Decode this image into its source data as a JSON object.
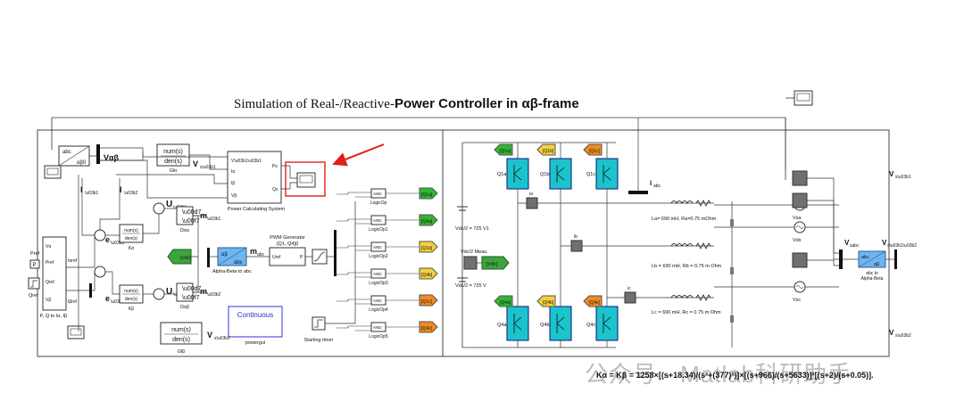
{
  "title": {
    "regular": "Simulation of Real-/Reactive-",
    "bold": "Power Controller in αβ-frame"
  },
  "colors": {
    "igbt": "#1bc4cc",
    "tag_yellow": "#f4d03f",
    "tag_green": "#32b532",
    "tag_orange": "#f08a24",
    "dark_green": "#2e8b2e",
    "callout": "#e0201c",
    "measure_gray": "#707070"
  },
  "blocks": {
    "abc_ab_top": {
      "top": "abc",
      "bottom": "αβ0"
    },
    "gfb_top": {
      "num": "num(s)",
      "den": "den(s)",
      "label": "Gfα"
    },
    "gfb_bottom": {
      "num": "num(s)",
      "den": "den(s)",
      "label": "Gfβ"
    },
    "kalpha": {
      "num": "num(s)",
      "den": "den(s)",
      "label": "Kα"
    },
    "kbeta": {
      "num": "num(s)",
      "den": "den(s)",
      "label": "Kβ"
    },
    "pq_to_iab": {
      "label": "P, Q to Iα, Iβ",
      "ports": [
        "Vα",
        "Iαref",
        "Pref",
        "Qref",
        "Iβref",
        "Vβ"
      ]
    },
    "pref_label": "Pref",
    "qref_label": "Qref",
    "p_const": "P",
    "pcs": {
      "label": "Power Calculating System",
      "in_ports": [
        "Vα",
        "Iα",
        "Iβ",
        "Vβ"
      ],
      "out_ports": [
        "Ps",
        "Qs"
      ]
    },
    "diva": "Divα",
    "divb": "Divβ",
    "vdc_tag": "[Vdc]",
    "ab_to_abc": {
      "top": "αβ",
      "bottom": "abc",
      "label": "Alpha-Beta to abc"
    },
    "pwm": {
      "label": "PWM Generator",
      "label2": "(Q1, Q4)β",
      "port_in": "Uref",
      "port_out": "P"
    },
    "starting_timer": "Starting timer",
    "powergui": {
      "inner": "Continuous",
      "label": "powergui"
    },
    "abc_to_ab": {
      "top": "abc",
      "bottom": "αβ",
      "label": "abc to\nAlpha-Beta"
    }
  },
  "signals": {
    "v_alpha_beta_top": "Vαβ",
    "i_alpha": "Iα",
    "i_beta": "Iβ",
    "e_alpha": "eα",
    "e_beta": "eβ",
    "u_alpha": "Uα",
    "u_beta": "Uβ",
    "m_alpha": "mα",
    "m_beta": "mβ",
    "m_abc": "mabc",
    "i_abc": "iabc",
    "v_sabc": "Vsabc",
    "v_s_ab": "Vsαβ",
    "v_alpha_right": "Vα",
    "v_beta_right": "Vβ",
    "i_alpha_ref": "Iαref",
    "i_beta_ref": "Iβref",
    "v_alpha_bottom": "Vβ"
  },
  "logic": [
    {
      "block": "AND",
      "label": "LogicOp",
      "tag": "[Q1a]"
    },
    {
      "block": "AND",
      "label": "LogicOp1",
      "tag": "[Q4a]"
    },
    {
      "block": "AND",
      "label": "LogicOp2",
      "tag": "[Q1b]"
    },
    {
      "block": "AND",
      "label": "LogicOp3",
      "tag": "[Q4b]"
    },
    {
      "block": "AND",
      "label": "LogicOp4",
      "tag": "[Q1c]"
    },
    {
      "block": "AND",
      "label": "LogicOp5",
      "tag": "[Q4c]"
    }
  ],
  "power": {
    "vdc_top": "Vdc/2 = 725 V1",
    "vdc_bottom": "Vdc/2 = 725 V",
    "vdc_meas": "Vdc/2 Meas.",
    "vdc_meas_tag": "[Vdc]",
    "igbt_top": [
      {
        "name": "Q1a",
        "tag": "[Q1a]"
      },
      {
        "name": "Q1b",
        "tag": "[Q1b]"
      },
      {
        "name": "Q1c",
        "tag": "[Q1c]"
      }
    ],
    "igbt_bottom": [
      {
        "name": "Q4a",
        "tag": "[Q4a]"
      },
      {
        "name": "Q4b",
        "tag": "[Q4b]"
      },
      {
        "name": "Q4c",
        "tag": "[Q4c]"
      }
    ],
    "currents": [
      "ia",
      "ib",
      "ic"
    ],
    "lines": [
      "La= 690 mH, Ra=0.75 mOhm",
      "Lb = 690 mH, Rb = 0.75 m Ohm",
      "Lc = 690 mH, Rc = 0.75 m Ohm"
    ],
    "sources": [
      "Vsa",
      "Vsb",
      "Vsc"
    ]
  },
  "formula": "Kα = Kβ = 1258×[(s+18.34)/(s²+(377)²)]×[(s+966)/(s+5633)]²[(s+2)/(s+0.05)].",
  "watermark": "公众号 · Matlab科研助手"
}
